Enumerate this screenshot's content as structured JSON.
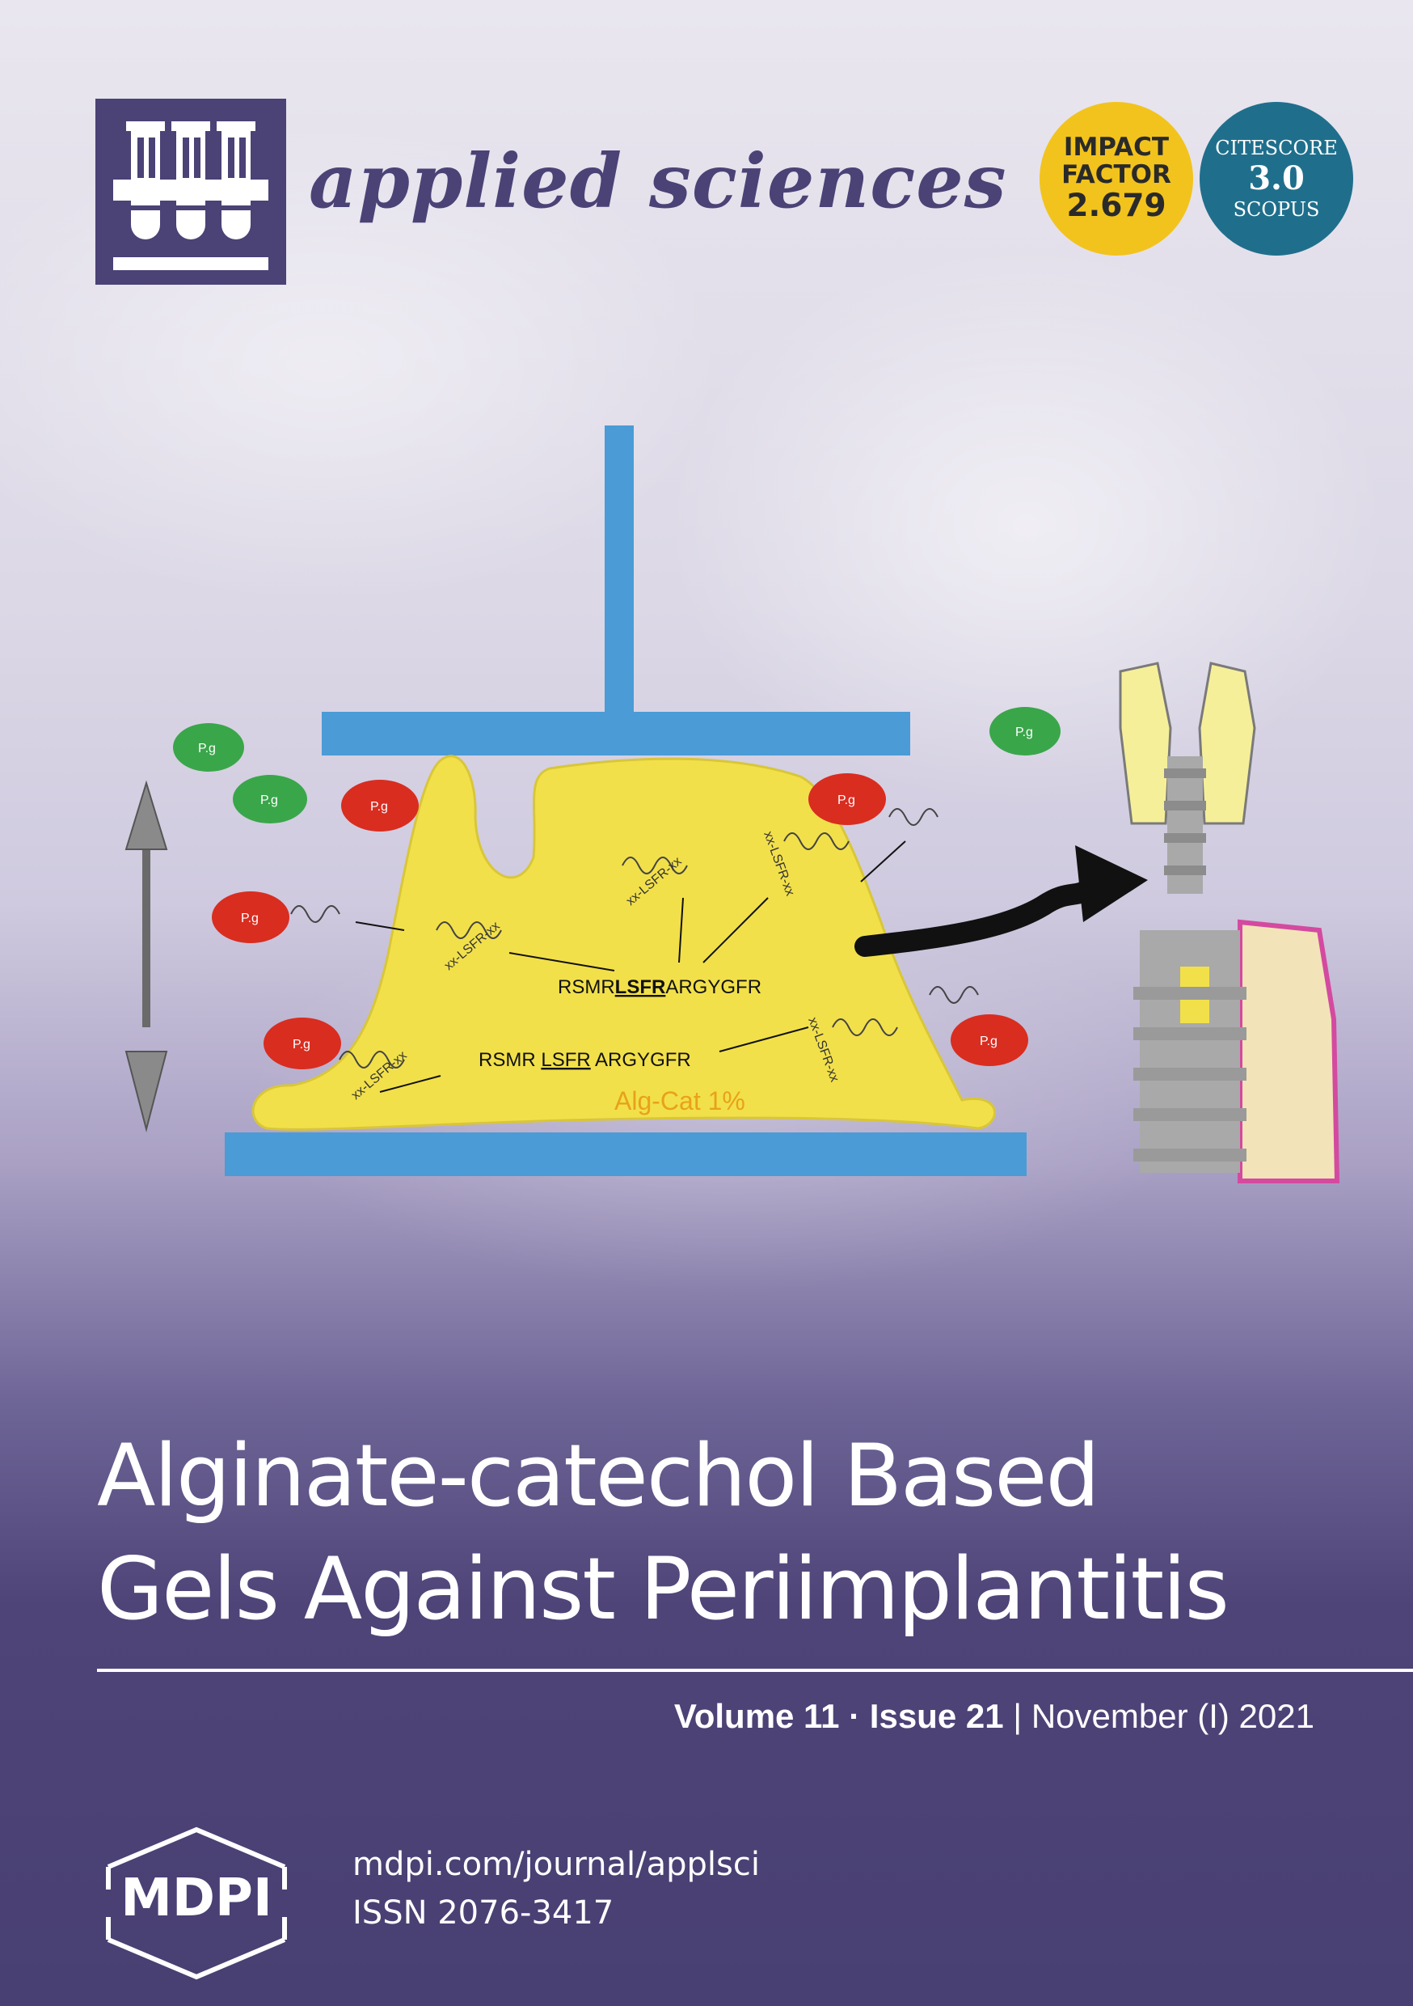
{
  "journal": {
    "name": "applied sciences"
  },
  "badges": {
    "impact_factor": {
      "line1": "IMPACT",
      "line2": "FACTOR",
      "value": "2.679",
      "color": "#f2c31c"
    },
    "citescore": {
      "line1": "CITESCORE",
      "value": "3.0",
      "line3": "SCOPUS",
      "color": "#1f6f8c"
    }
  },
  "figure": {
    "bacteria_label": "P.g",
    "peptide_top": "RSMRLSFRARGYGFR",
    "peptide_top_parts": [
      "RSMR",
      "LSFR",
      "ARGYGFR"
    ],
    "peptide_bottom": "RSMR LSFR ARGYGFR",
    "peptide_bottom_parts": [
      "RSMR ",
      "LSFR",
      " ARGYGFR"
    ],
    "gel_label": "Alg-Cat 1%",
    "spring_label": "xx-LSFR-xx",
    "colors": {
      "gel": "#f2e04a",
      "plate": "#4a9bd6",
      "bacteria_red": "#d92d20",
      "bacteria_green": "#3aa64a",
      "implant": "#a9a9a9"
    }
  },
  "article": {
    "title_line1": "Alginate-catechol Based",
    "title_line2": "Gels Against Periimplantitis"
  },
  "issue": {
    "volume": "Volume 11",
    "separator": " · ",
    "issue": "Issue 21",
    "date": " | November (I) 2021"
  },
  "publisher": {
    "logo_text": "MDPI",
    "url": "mdpi.com/journal/applsci",
    "issn": "ISSN 2076-3417"
  }
}
